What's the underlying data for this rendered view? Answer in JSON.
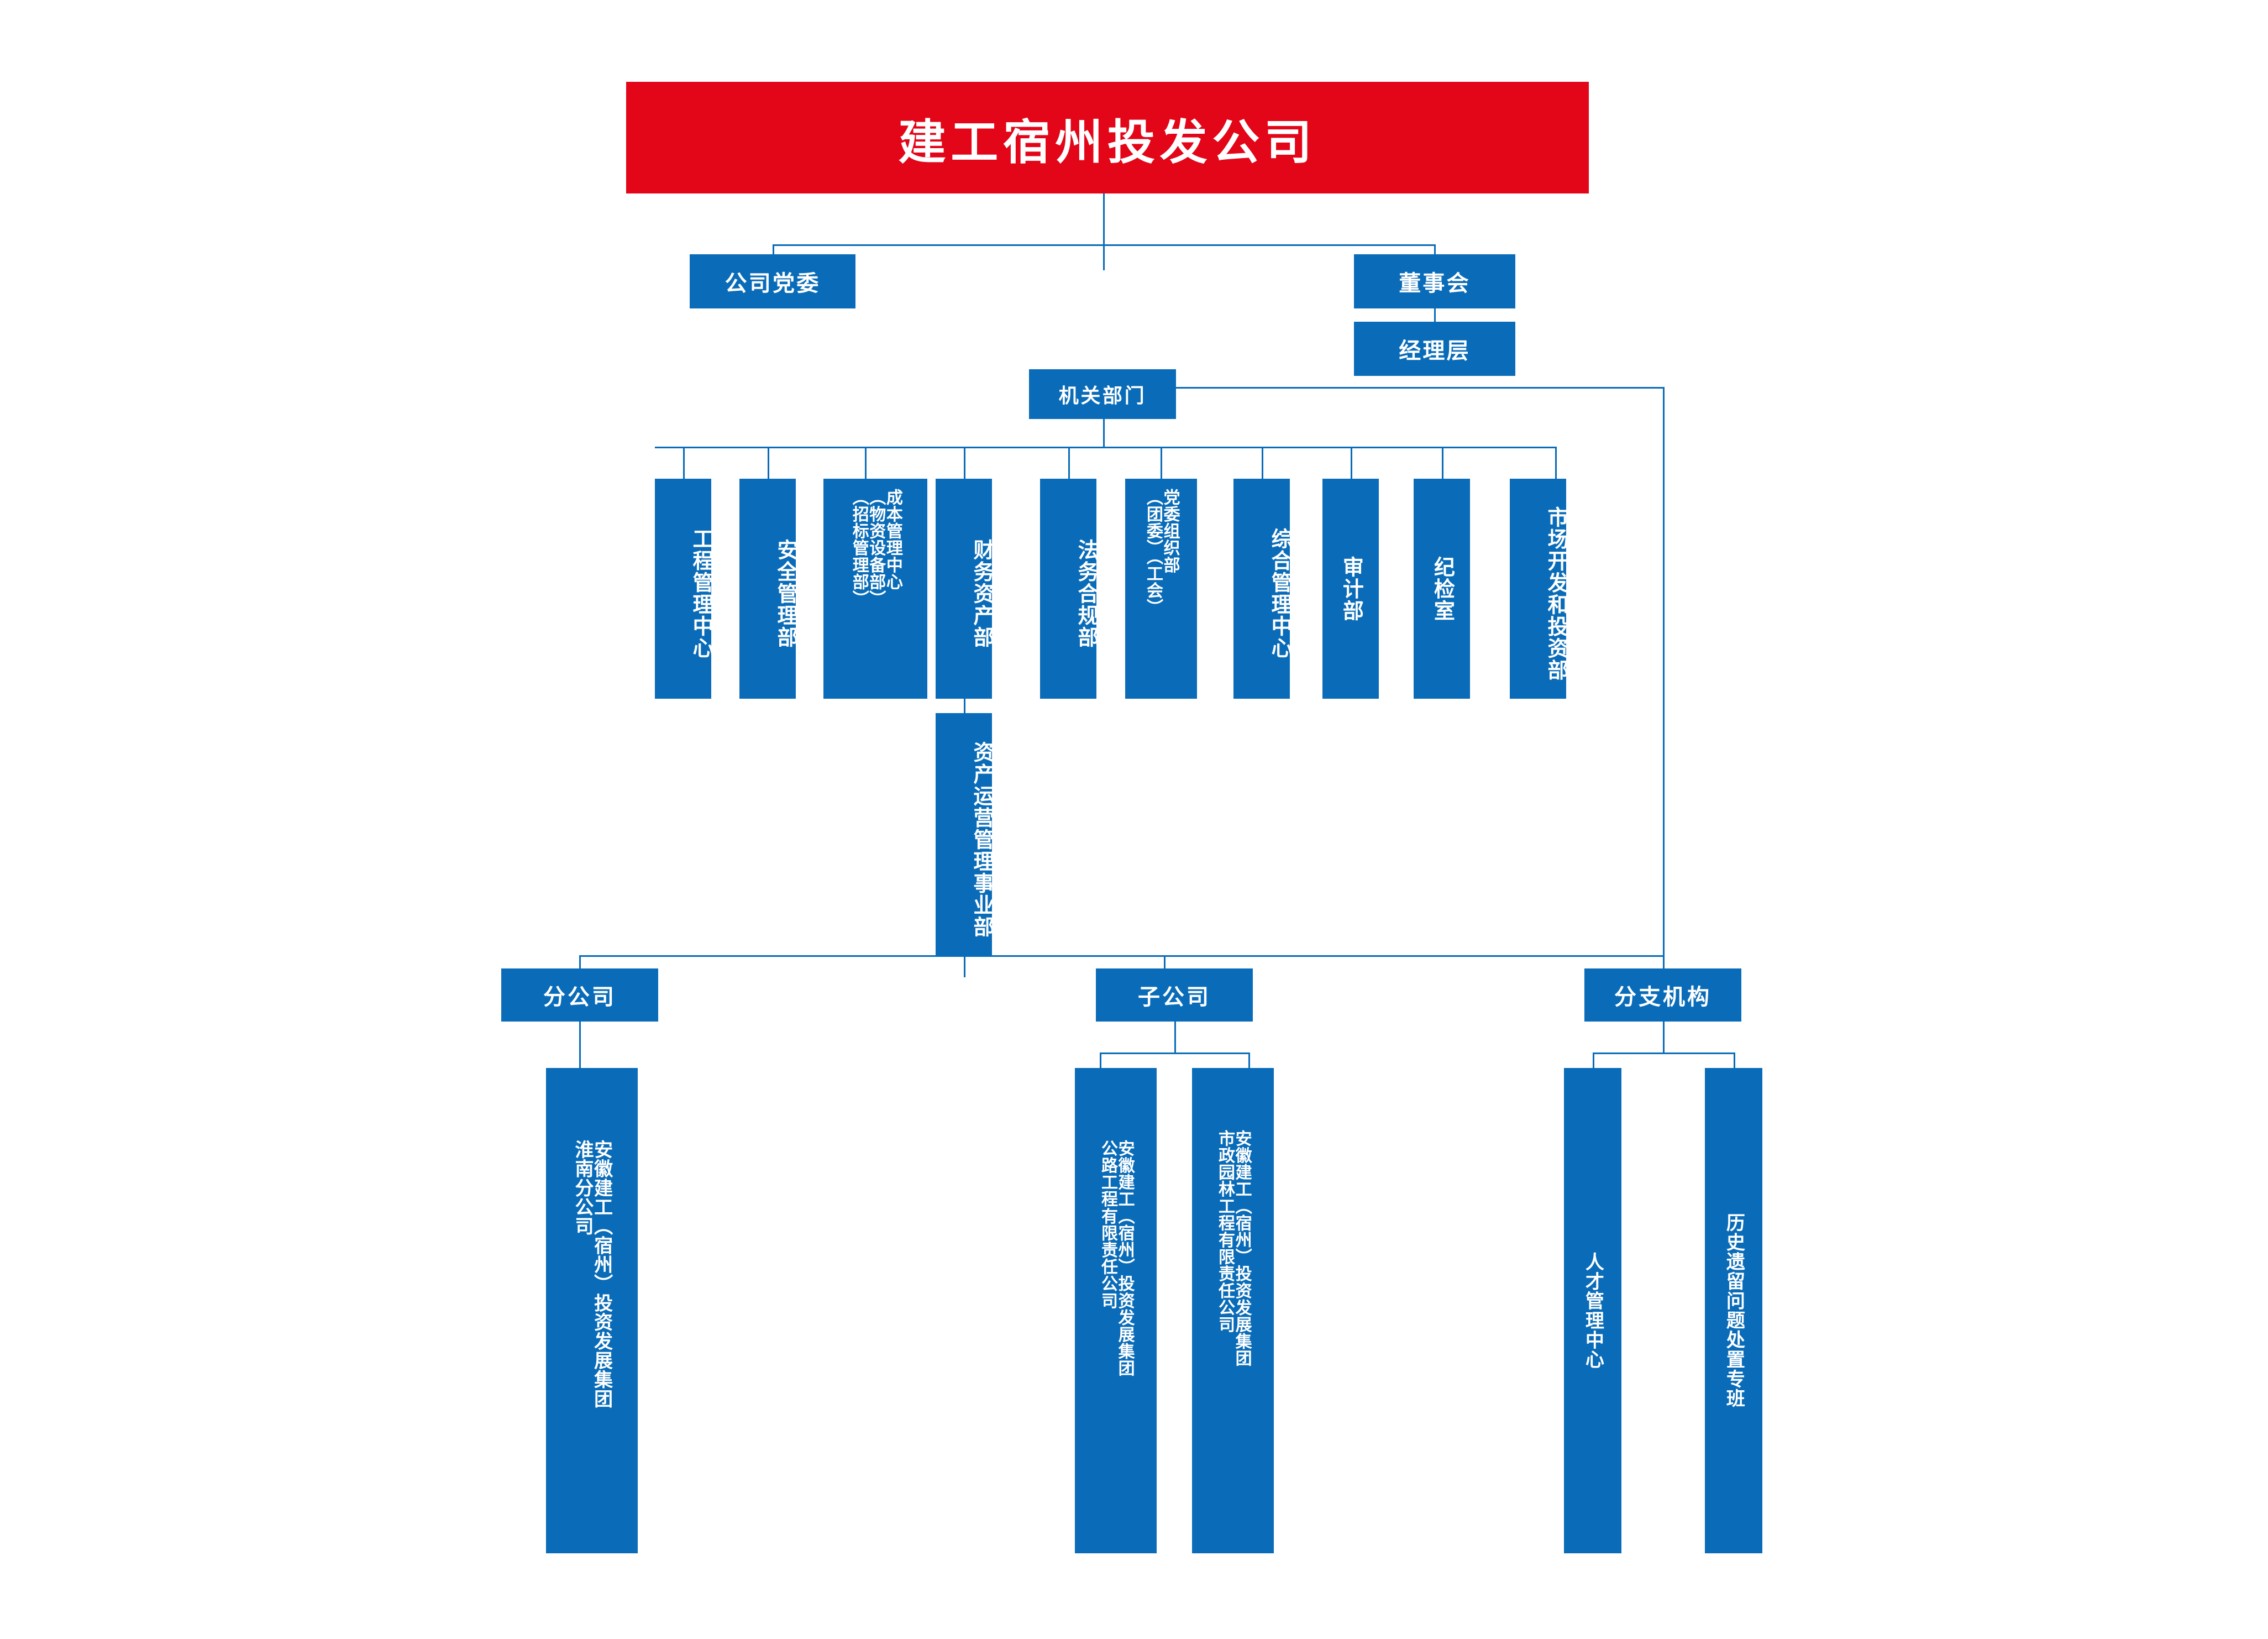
{
  "colors": {
    "brand_blue": "#0A6CB8",
    "banner_red": "#E30518",
    "text_white": "#FFFFFF",
    "background": "#FFFFFF"
  },
  "root": {
    "label": "建工宿州投发公司"
  },
  "level2": {
    "party_committee": "公司党委",
    "board_of_directors": "董事会",
    "management_layer": "经理层",
    "head_office_departments": "机关部门"
  },
  "departments": [
    {
      "label": "工程管理中心"
    },
    {
      "label": "安全管理部"
    },
    {
      "label": "成本管理中心（物资设备部）（招标管理部）",
      "columns": [
        "成本管理中心",
        "（物资设备部）",
        "（招标管理部）"
      ]
    },
    {
      "label": "财务资产部"
    },
    {
      "label": "法务合规部"
    },
    {
      "label": "党委组织部（团委）（工会）",
      "columns": [
        "党委组织部",
        "（团委）（工会）"
      ]
    },
    {
      "label": "综合管理中心"
    },
    {
      "label": "审计部"
    },
    {
      "label": "纪检室"
    },
    {
      "label": "市场开发和投资部"
    }
  ],
  "sub_department": {
    "label": "资产运营管理事业部",
    "parent": "财务资产部"
  },
  "groups": [
    {
      "label": "分公司",
      "children": [
        {
          "columns": [
            "安徽建工（宿州）投资发展集团",
            "淮南分公司"
          ]
        }
      ]
    },
    {
      "label": "子公司",
      "children": [
        {
          "columns": [
            "安徽建工（宿州）投资发展集团",
            "公路工程有限责任公司"
          ]
        },
        {
          "columns": [
            "安徽建工（宿州）投资发展集团",
            "市政园林工程有限责任公司"
          ]
        }
      ]
    },
    {
      "label": "分支机构",
      "children": [
        {
          "columns": [
            "人才管理中心"
          ]
        },
        {
          "columns": [
            "历史遗留问题处置专班"
          ]
        }
      ]
    }
  ]
}
